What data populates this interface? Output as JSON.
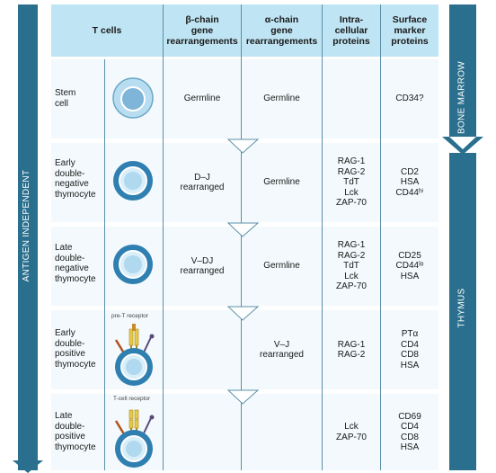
{
  "sidebar_left": {
    "label": "ANTIGEN INDEPENDENT"
  },
  "sidebar_right": {
    "bone_marrow": "BONE MARROW",
    "thymus": "THYMUS"
  },
  "headers": {
    "t_cells": "T cells",
    "beta": "β-chain\ngene\nrearrangements",
    "alpha": "α-chain\ngene\nrearrangements",
    "intracellular": "Intra-\ncellular\nproteins",
    "surface": "Surface\nmarker\nproteins"
  },
  "rows": [
    {
      "stage": "Stem\ncell",
      "beta": "Germline",
      "alpha": "Germline",
      "intracellular": "",
      "surface": "CD34?",
      "receptor_label": ""
    },
    {
      "stage": "Early\ndouble-\nnegative\nthymocyte",
      "beta": "D–J\nrearranged",
      "alpha": "Germline",
      "intracellular": "RAG-1\nRAG-2\nTdT\nLck\nZAP-70",
      "surface": "CD2\nHSA\nCD44ʰⁱ",
      "receptor_label": ""
    },
    {
      "stage": "Late\ndouble-\nnegative\nthymocyte",
      "beta": "V–DJ\nrearranged",
      "alpha": "Germline",
      "intracellular": "RAG-1\nRAG-2\nTdT\nLck\nZAP-70",
      "surface": "CD25\nCD44ˡᵒ\nHSA",
      "receptor_label": ""
    },
    {
      "stage": "Early\ndouble-\npositive\nthymocyte",
      "beta": "",
      "alpha": "V–J\nrearranged",
      "intracellular": "RAG-1\nRAG-2",
      "surface": "PTα\nCD4\nCD8\nHSA",
      "receptor_label": "pre-T receptor"
    },
    {
      "stage": "Late\ndouble-\npositive\nthymocyte",
      "beta": "",
      "alpha": "",
      "intracellular": "Lck\nZAP-70",
      "surface": "CD69\nCD4\nCD8\nHSA",
      "receptor_label": "T-cell receptor"
    }
  ],
  "colors": {
    "sidebar": "#2a6f8d",
    "header": "#bfe4f3",
    "row": "#f3f9fc",
    "cell_outer": "#2f7fb0",
    "cell_inner": "#d8eef8"
  }
}
